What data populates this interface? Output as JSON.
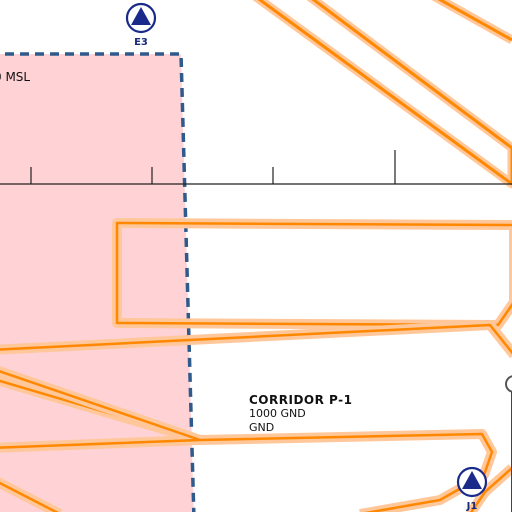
{
  "map": {
    "colors": {
      "restricted_fill": "#ffd0d3",
      "restricted_border": "#2f5a8c",
      "corridor_line": "#ff8800",
      "corridor_halo": "#ffc79a",
      "corridor_fill": "#fdf4f5",
      "waypoint": "#1a2a8a",
      "scale_line": "#222222"
    },
    "restricted_area": {
      "altitude_label": "0 MSL"
    },
    "corridor": {
      "name": "CORRIDOR P-1",
      "upper_limit": "1000 GND",
      "lower_limit": "GND"
    },
    "waypoints": [
      {
        "id": "E3",
        "icon": "triangle-in-circle"
      },
      {
        "id": "J1",
        "icon": "triangle-in-circle"
      }
    ]
  }
}
